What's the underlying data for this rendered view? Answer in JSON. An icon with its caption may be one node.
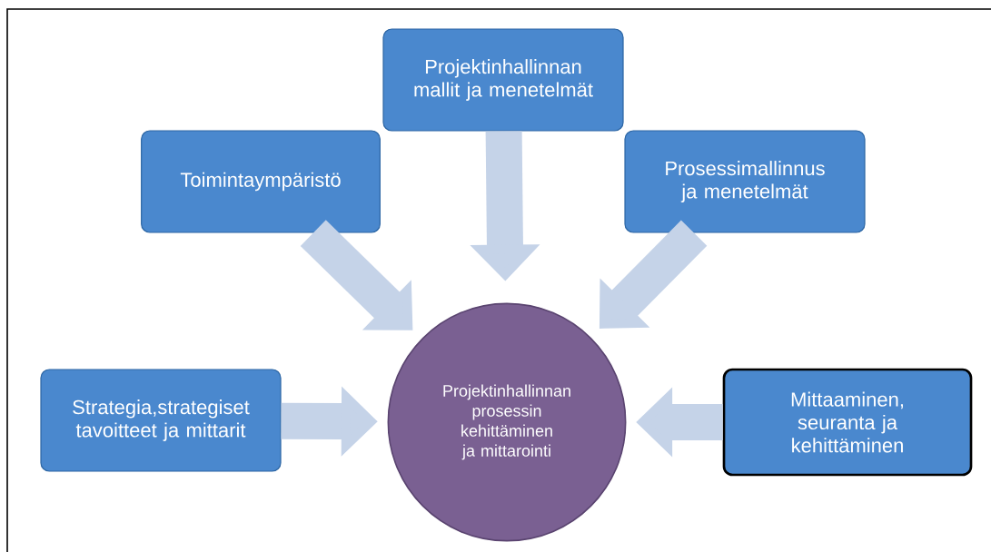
{
  "diagram": {
    "nodes": [
      {
        "text": [
          "Projektinhallinnan mallit ja menetelmät"
        ]
      },
      {
        "text": [
          "Toimintaympäristö"
        ]
      },
      {
        "text": [
          "Prosessimallinnus ja menetelmät"
        ]
      },
      {
        "text": [
          "Strategia,strategiset tavoitteet ja mittarit"
        ]
      },
      {
        "text": [
          "Projektinhallinnan prosessin kehittäminen ja mittarointi"
        ]
      },
      {
        "text": [
          "Mittaaminen, seuranta ja kehittäminen"
        ]
      }
    ],
    "edges": [
      {
        "from": 0,
        "to": 4,
        "arrow": "to"
      },
      {
        "from": 1,
        "to": 4,
        "arrow": "to"
      },
      {
        "from": 2,
        "to": 4,
        "arrow": "to"
      },
      {
        "from": 3,
        "to": 4,
        "arrow": "to"
      },
      {
        "from": 5,
        "to": 4,
        "arrow": "to"
      }
    ]
  }
}
